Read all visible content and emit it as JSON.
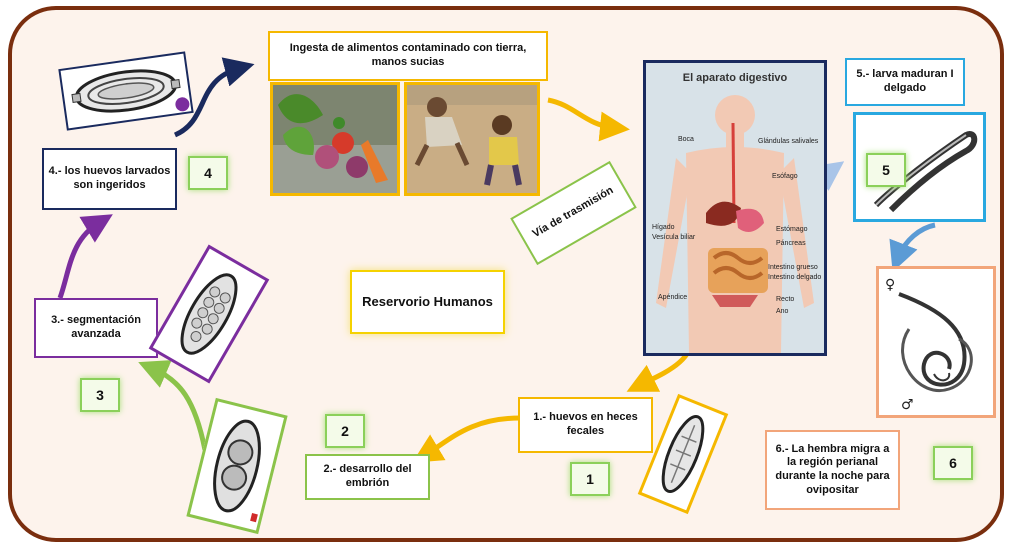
{
  "title": "Reservorio Humanos",
  "ingesta": "Ingesta de alimentos contaminado con tierra, manos sucias",
  "via": "Vía de trasmisión",
  "steps": [
    {
      "number": "1",
      "label": "1.- huevos en heces fecales"
    },
    {
      "number": "2",
      "label": "2.- desarrollo del embrión"
    },
    {
      "number": "3",
      "label": "3.- segmentación avanzada"
    },
    {
      "number": "4",
      "label": "4.- los huevos larvados son ingeridos"
    },
    {
      "number": "5",
      "label": "5.- larva maduran I delgado"
    },
    {
      "number": "6",
      "label": "6.- La hembra migra a la región perianal durante la noche para ovipositar"
    }
  ],
  "digestive": {
    "title": "El aparato digestivo",
    "labels": [
      "Boca",
      "Glándulas salivales",
      "Esófago",
      "Hígado",
      "Vesícula biliar",
      "Estómago",
      "Páncreas",
      "Intestino grueso",
      "Intestino delgado",
      "Apéndice",
      "Recto",
      "Ano"
    ]
  },
  "symbols": {
    "female": "♀",
    "male": "♂"
  },
  "colors": {
    "border": "#7a2e0e",
    "yellow": "#f5b800",
    "green": "#8bc34a",
    "purple": "#7b2d9e",
    "navy": "#1a2a5e",
    "blue": "#29a8e0",
    "peach": "#f2a57a"
  }
}
